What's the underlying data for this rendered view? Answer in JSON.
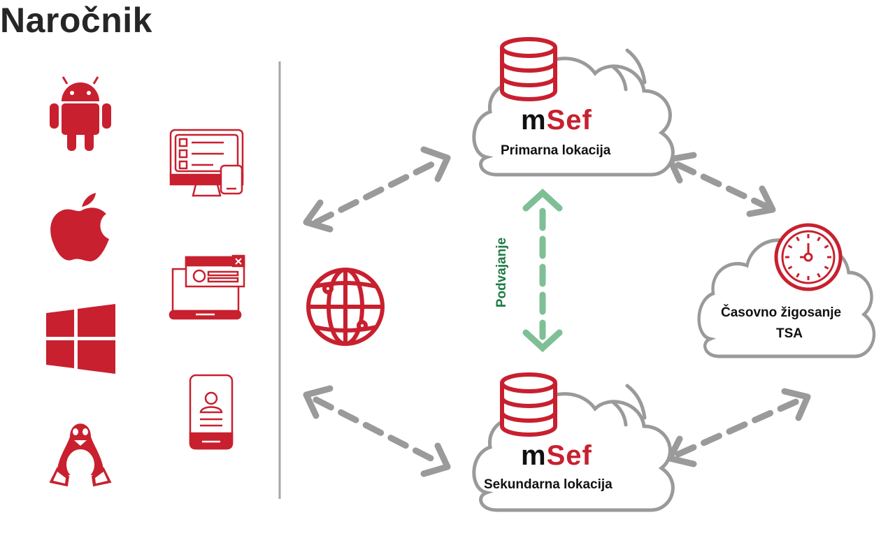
{
  "title": "Naročnik",
  "colors": {
    "accent": "#c8202f",
    "arrow_gray": "#9a9a9a",
    "cloud_gray": "#9a9a9a",
    "replication_green": "#7fbf96",
    "replication_text": "#1e7b45"
  },
  "client_platforms": [
    {
      "name": "Android",
      "icon": "android-icon"
    },
    {
      "name": "Apple",
      "icon": "apple-icon"
    },
    {
      "name": "Windows",
      "icon": "windows-icon"
    },
    {
      "name": "Linux",
      "icon": "linux-icon"
    }
  ],
  "client_devices": [
    {
      "name": "Desktop and mobile",
      "icon": "desktop-mobile-icon"
    },
    {
      "name": "Laptop web app",
      "icon": "laptop-window-icon"
    },
    {
      "name": "Smartphone",
      "icon": "smartphone-profile-icon"
    }
  ],
  "network": {
    "icon": "globe-icon"
  },
  "primary": {
    "brand_m": "m",
    "brand_sef": "Sef",
    "label": "Primarna lokacija"
  },
  "secondary": {
    "brand_m": "m",
    "brand_sef": "Sef",
    "label": "Sekundarna lokacija"
  },
  "replication": {
    "label": "Podvajanje"
  },
  "tsa": {
    "line1": "Časovno žigosanje",
    "line2": "TSA"
  }
}
